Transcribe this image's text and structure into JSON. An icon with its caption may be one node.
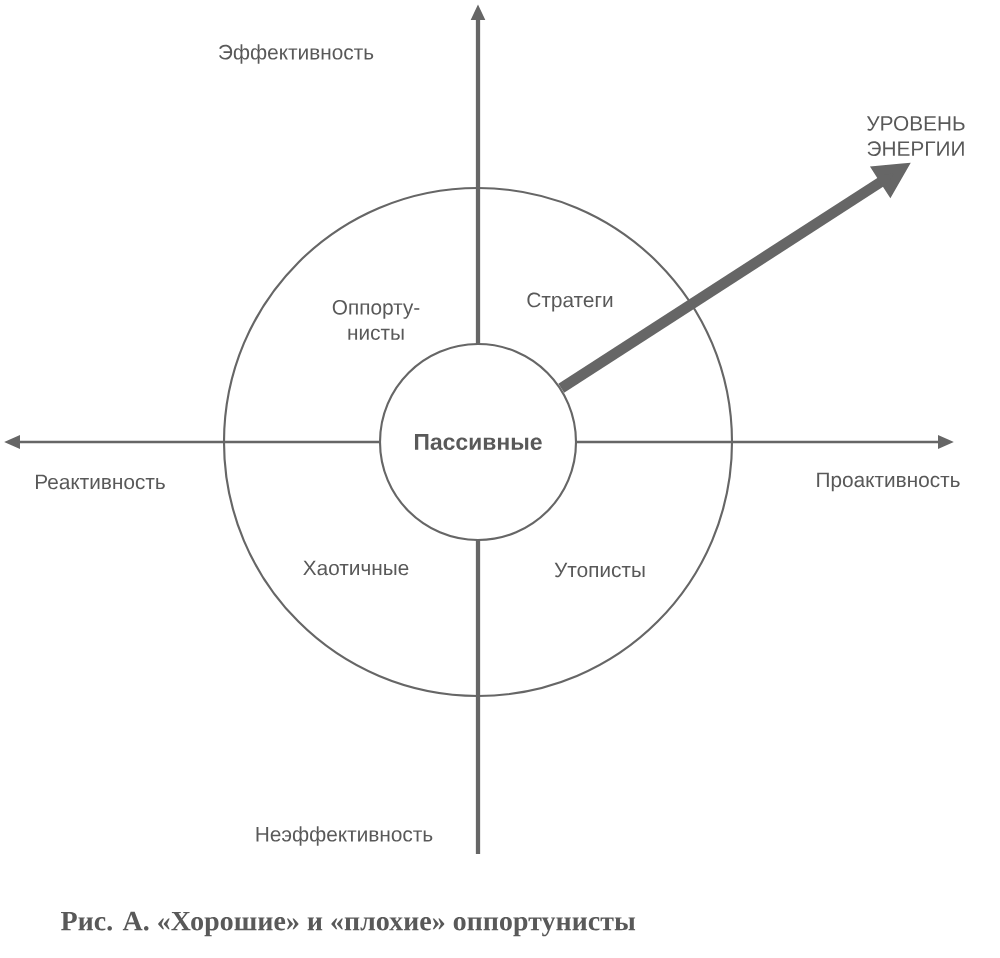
{
  "diagram": {
    "caption": "Рис. А. «Хорошие» и «плохие» оппортунисты",
    "nodes": [
      {
        "text": [
          "Оппорту- нисты",
          "Стратеги",
          "Хаотичные",
          "Утописты"
        ]
      },
      {
        "text": [
          "Пассивные"
        ],
        "in": 0
      },
      {
        "text": [
          "УРОВЕНЬ ЭНЕРГИИ"
        ]
      }
    ],
    "edges": [
      {
        "from": 1,
        "to": 2,
        "arrow": "to"
      }
    ],
    "labels": [
      "Эффективность",
      "Реактивность",
      "Проактивность",
      "Неэффективность"
    ]
  }
}
